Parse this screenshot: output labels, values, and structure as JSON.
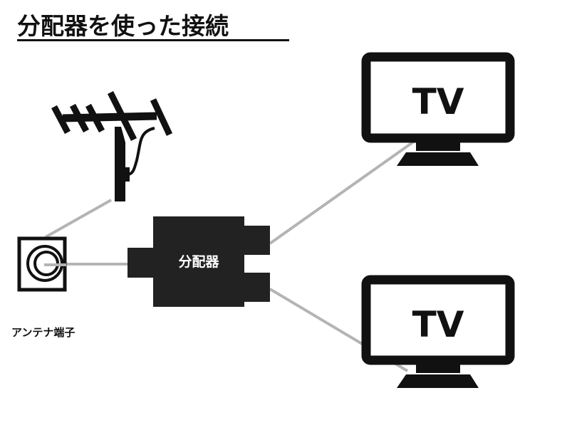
{
  "title": "分配器を使った接続",
  "colors": {
    "ink": "#111111",
    "splitter_fill": "#222222",
    "cable": "#b4b4b4",
    "background": "#ffffff"
  },
  "nodes": {
    "antenna": {
      "icon": "antenna-icon"
    },
    "antenna_terminal": {
      "icon": "coax-outlet-icon",
      "label": "アンテナ端子"
    },
    "splitter": {
      "label": "分配器"
    },
    "tv_top": {
      "icon": "tv-icon",
      "label": "TV"
    },
    "tv_bottom": {
      "icon": "tv-icon",
      "label": "TV"
    }
  },
  "edges": [
    {
      "from": "antenna",
      "to": "antenna_terminal"
    },
    {
      "from": "antenna_terminal",
      "to": "splitter"
    },
    {
      "from": "splitter",
      "to": "tv_top"
    },
    {
      "from": "splitter",
      "to": "tv_bottom"
    }
  ]
}
